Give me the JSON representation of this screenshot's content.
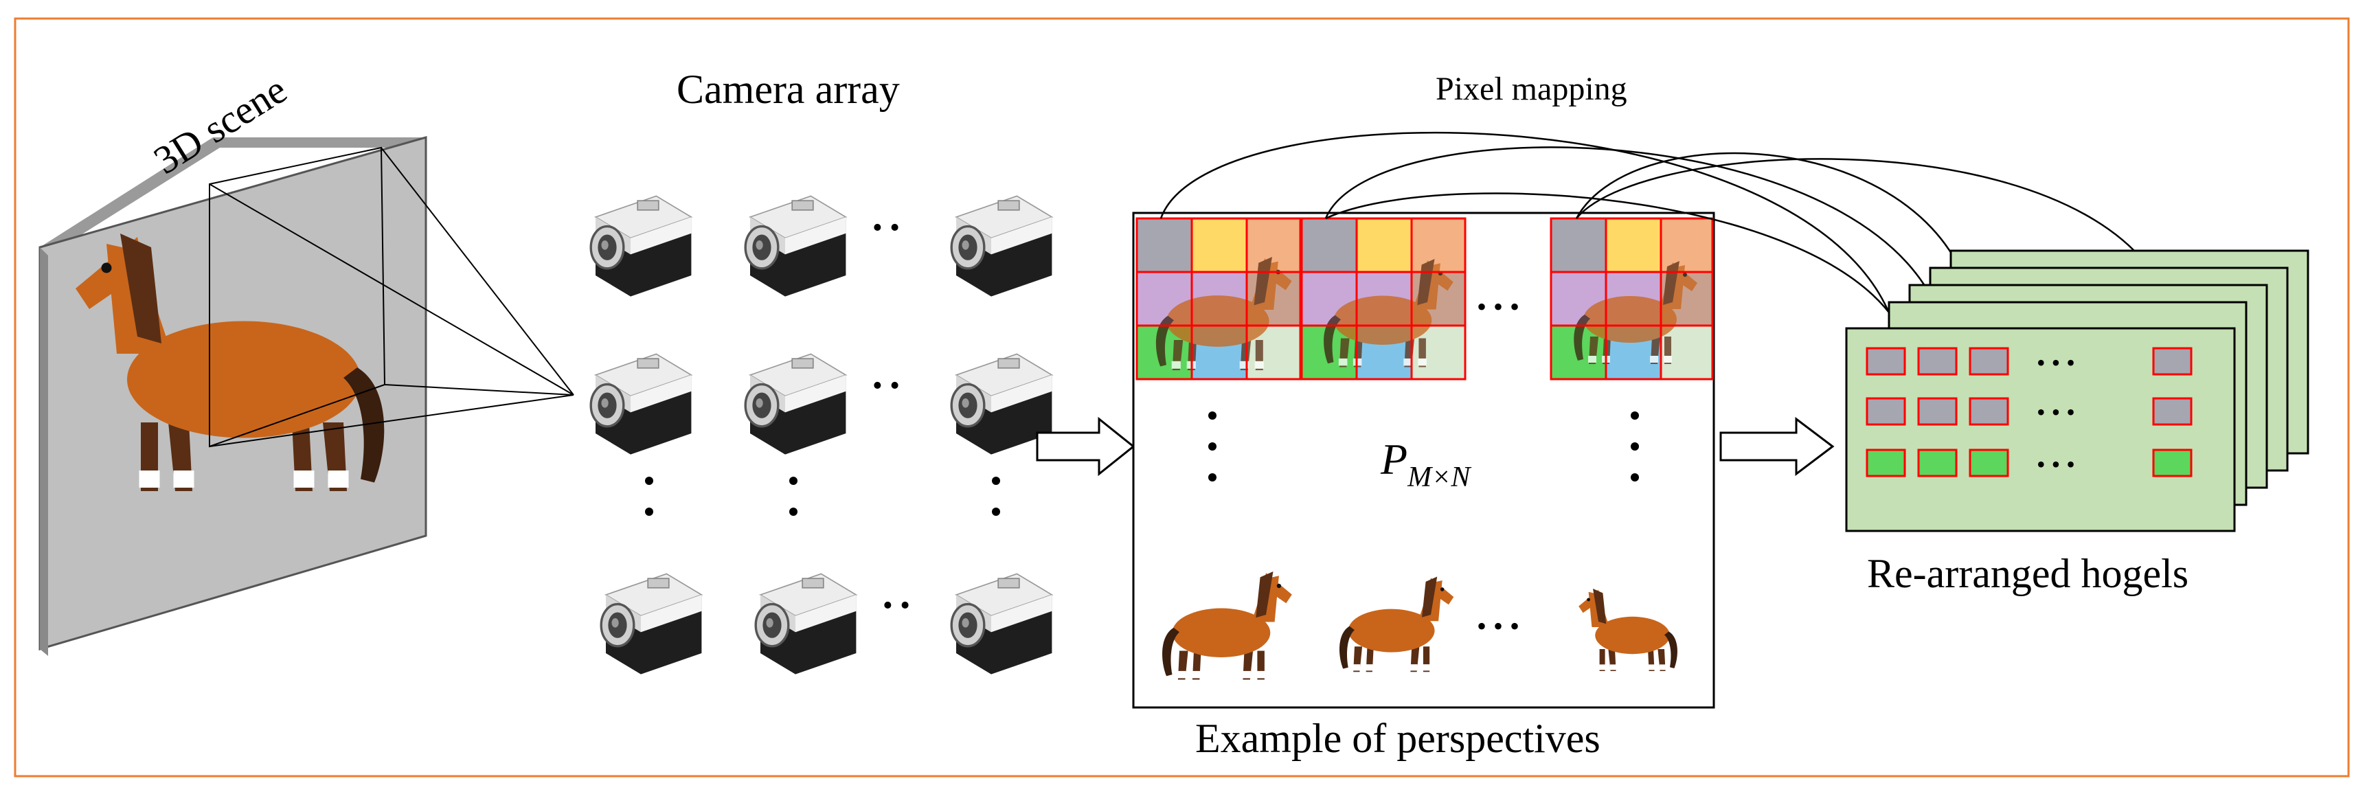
{
  "labels": {
    "scene": "3D scene",
    "camera_array": "Camera array",
    "pixel_mapping": "Pixel mapping",
    "perspective_matrix_main": "P",
    "perspective_matrix_sub": "M×N",
    "perspectives_caption": "Example of perspectives",
    "hogels_caption": "Re-arranged hogels",
    "ellipsis_h": "• • •",
    "ellipsis_h_small": "• •"
  },
  "colors": {
    "frame_border": "#ED7D31",
    "scene_plane": "#BFBFBF",
    "hogel_fill": "#C5E0B4",
    "hogel_border": "#000000",
    "grid_line": "#FF0000",
    "cell_gray": "#A6A6B0",
    "cell_yellow": "#FFD966",
    "cell_orange": "#F4B183",
    "cell_purple": "#C9A8D8",
    "cell_brown": "#C9A08E",
    "cell_green": "#5CD65C",
    "cell_blue": "#7FC4E8",
    "cell_palegreen": "#D9E8D0",
    "horse_body": "#C8651B",
    "horse_dark": "#5A2E14",
    "camera_body": "#E8E8E8",
    "camera_dark": "#222222"
  },
  "icons": [
    "horse-icon",
    "camera-icon",
    "arrow-right-icon"
  ]
}
